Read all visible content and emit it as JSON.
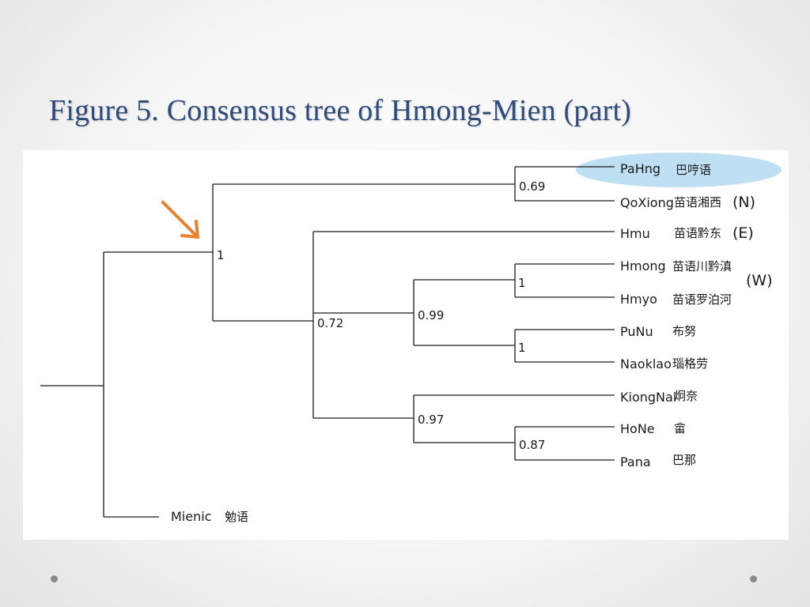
{
  "slide": {
    "title": "Figure 5.  Consensus tree of Hmong-Mien (part)"
  },
  "tree": {
    "leaves": [
      {
        "name": "PaHng",
        "chinese": "巴哼语",
        "highlighted": true
      },
      {
        "name": "QoXiong",
        "chinese": "苗语湘西"
      },
      {
        "name": "Hmu",
        "chinese": "苗语黔东"
      },
      {
        "name": "Hmong",
        "chinese": "苗语川黔滇"
      },
      {
        "name": "Hmyo",
        "chinese": "苗语罗泊河"
      },
      {
        "name": "PuNu",
        "chinese": "布努"
      },
      {
        "name": "Naoklao",
        "chinese": "瑙格劳"
      },
      {
        "name": "KiongNai",
        "chinese": "炯奈"
      },
      {
        "name": "HoNe",
        "chinese": "畲"
      },
      {
        "name": "Pana",
        "chinese": "巴那"
      },
      {
        "name": "Mienic",
        "chinese": "勉语"
      }
    ],
    "support_values": {
      "pahng_qoxiong": "0.69",
      "hmongic": "1",
      "west_east": "0.72",
      "hmong_hmyo_punu_naoklao": "0.99",
      "hmong_hmyo": "1",
      "punu_naoklao": "1",
      "kiongnai_hone_pana": "0.97",
      "hone_pana": "0.87"
    },
    "group_marks": {
      "north": "(N)",
      "east": "(E)",
      "west": "(W)"
    },
    "colors": {
      "highlight": "#bfe0f3",
      "arrow": "#e8822a",
      "branch": "#1a1a1a"
    }
  }
}
